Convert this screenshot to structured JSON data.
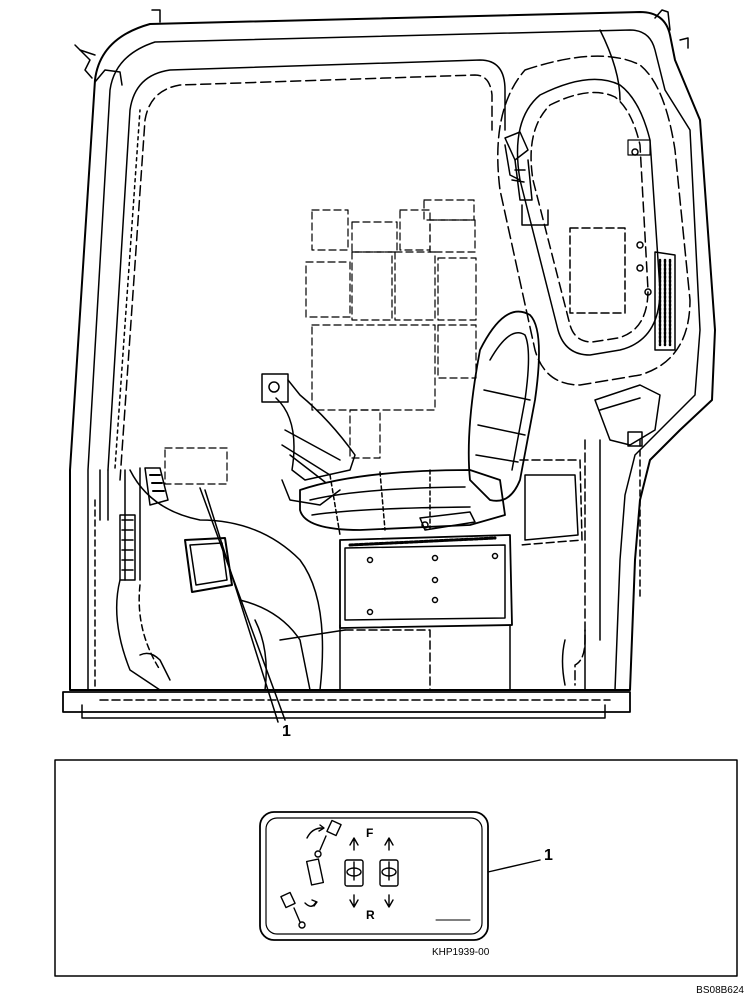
{
  "callouts": {
    "cab_label": "1",
    "detail_label": "1"
  },
  "decal": {
    "forward_letter": "F",
    "reverse_letter": "R",
    "part_code": "KHP1939-00"
  },
  "figure_id": "BS08B624",
  "colors": {
    "line": "#000000",
    "background": "#ffffff"
  }
}
